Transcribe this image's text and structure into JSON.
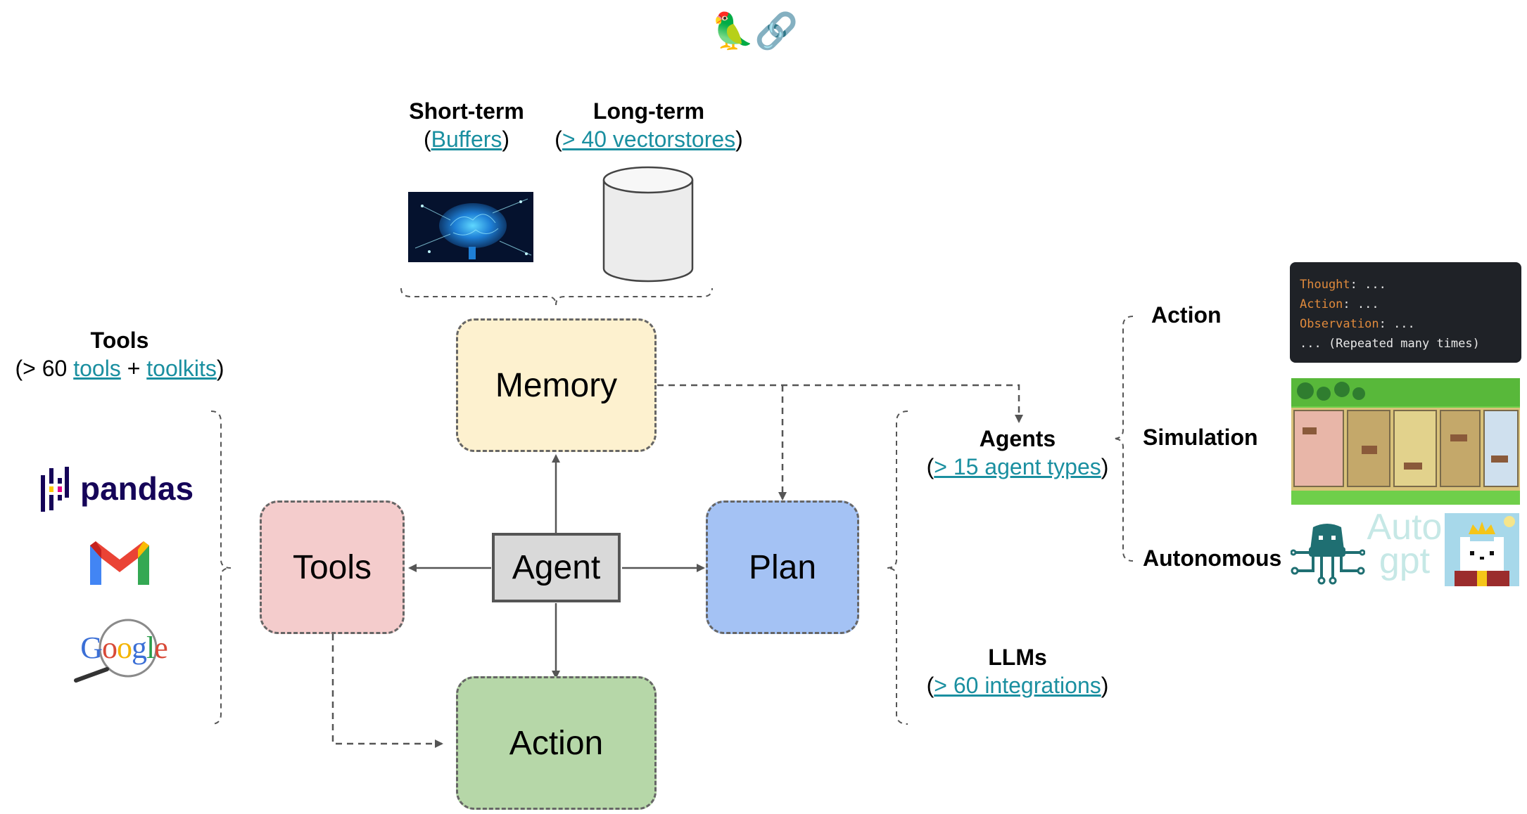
{
  "header": {
    "logo_parrot_icon": "parrot-icon",
    "logo_chain_icon": "chain-link-icon"
  },
  "memory": {
    "short_term": {
      "title": "Short-term",
      "open": "(",
      "link": "Buffers",
      "close": ")"
    },
    "long_term": {
      "title": "Long-term",
      "open": "(",
      "link": "> 40 vectorstores",
      "close": ")"
    },
    "short_term_image": "brain-network-icon",
    "long_term_image": "database-cylinder-icon"
  },
  "tools_side": {
    "title": "Tools",
    "prefix": "(> 60 ",
    "tools_link": "tools",
    "plus": " + ",
    "toolkits_link": "toolkits",
    "suffix": ")",
    "pandas_label": "pandas",
    "gmail_icon": "gmail-icon",
    "google_label": "Google"
  },
  "nodes": {
    "memory": "Memory",
    "tools": "Tools",
    "agent": "Agent",
    "plan": "Plan",
    "action": "Action"
  },
  "node_colors": {
    "memory": "#fdf1cf",
    "tools": "#f4cccc",
    "agent": "#d9d9d9",
    "plan": "#a4c2f4",
    "action": "#b6d7a8"
  },
  "agents": {
    "title": "Agents",
    "open": "(",
    "link": "> 15 agent types",
    "close": ")",
    "types": [
      {
        "label": "Action"
      },
      {
        "label": "Simulation"
      },
      {
        "label": "Autonomous"
      }
    ]
  },
  "llms": {
    "title": "LLMs",
    "open": "(",
    "link": "> 60 integrations",
    "close": ")"
  },
  "code_box": {
    "line1_kw": "Thought",
    "line1_rest": ": ...",
    "line2_kw": "Action",
    "line2_rest": ": ...",
    "line3_kw": "Observation",
    "line3_rest": ": ...",
    "line4": "... (Repeated many times)"
  },
  "autogpt_logo": {
    "line1": "Auto",
    "line2": "gpt"
  },
  "simulation_image": "pixel-town-icon",
  "babyagi_image": "pixel-cat-king-icon",
  "octopus_image": "octopus-circuit-icon"
}
